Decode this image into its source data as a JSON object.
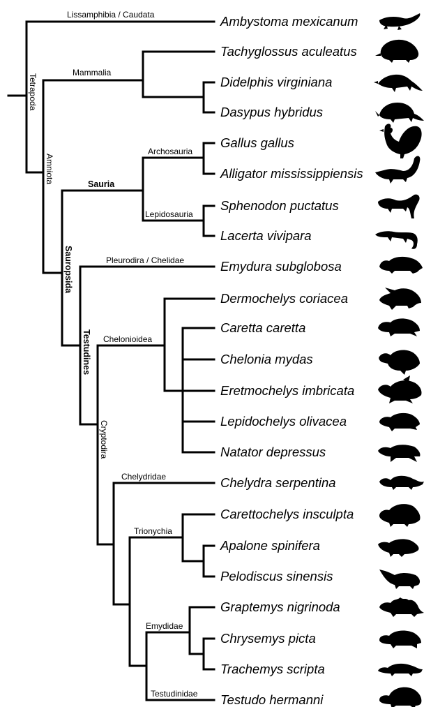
{
  "taxa": [
    "Ambystoma mexicanum",
    "Tachyglossus aculeatus",
    "Didelphis virginiana",
    "Dasypus hybridus",
    "Gallus gallus",
    "Alligator mississippiensis",
    "Sphenodon puctatus",
    "Lacerta vivipara",
    "Emydura subglobosa",
    "Dermochelys coriacea",
    "Caretta caretta",
    "Chelonia mydas",
    "Eretmochelys imbricata",
    "Lepidochelys olivacea",
    "Natator depressus",
    "Chelydra serpentina",
    "Carettochelys insculpta",
    "Apalone spinifera",
    "Pelodiscus sinensis",
    "Graptemys nigrinoda",
    "Chrysemys picta",
    "Trachemys scripta",
    "Testudo hermanni"
  ],
  "clades": {
    "lissamphibia": "Lissamphibia / Caudata",
    "tetrapoda": "Tetrapoda",
    "mammalia": "Mammalia",
    "amniota": "Amniota",
    "sauria": "Sauria",
    "archosauria": "Archosauria",
    "lepidosauria": "Lepidosauria",
    "sauropsida": "Sauropsida",
    "pleurodira": "Pleurodira / Chelidae",
    "testudines": "Testudines",
    "chelonioidea": "Chelonioidea",
    "cryptodira": "Cryptodira",
    "chelydridae": "Chelydridae",
    "trionychia": "Trionychia",
    "emydidae": "Emydidae",
    "testudinidae": "Testudinidae"
  },
  "silhouettes": [
    "salamander-icon",
    "echidna-icon",
    "opossum-icon",
    "armadillo-icon",
    "rooster-icon",
    "alligator-icon",
    "tuatara-icon",
    "lizard-icon",
    "side-necked-turtle-icon",
    "leatherback-turtle-icon",
    "loggerhead-turtle-icon",
    "green-turtle-icon",
    "hawksbill-turtle-icon",
    "olive-ridley-turtle-icon",
    "flatback-turtle-icon",
    "snapping-turtle-icon",
    "pig-nosed-turtle-icon",
    "softshell-turtle-icon",
    "chinese-softshell-icon",
    "map-turtle-icon",
    "painted-turtle-icon",
    "slider-turtle-icon",
    "tortoise-icon"
  ]
}
